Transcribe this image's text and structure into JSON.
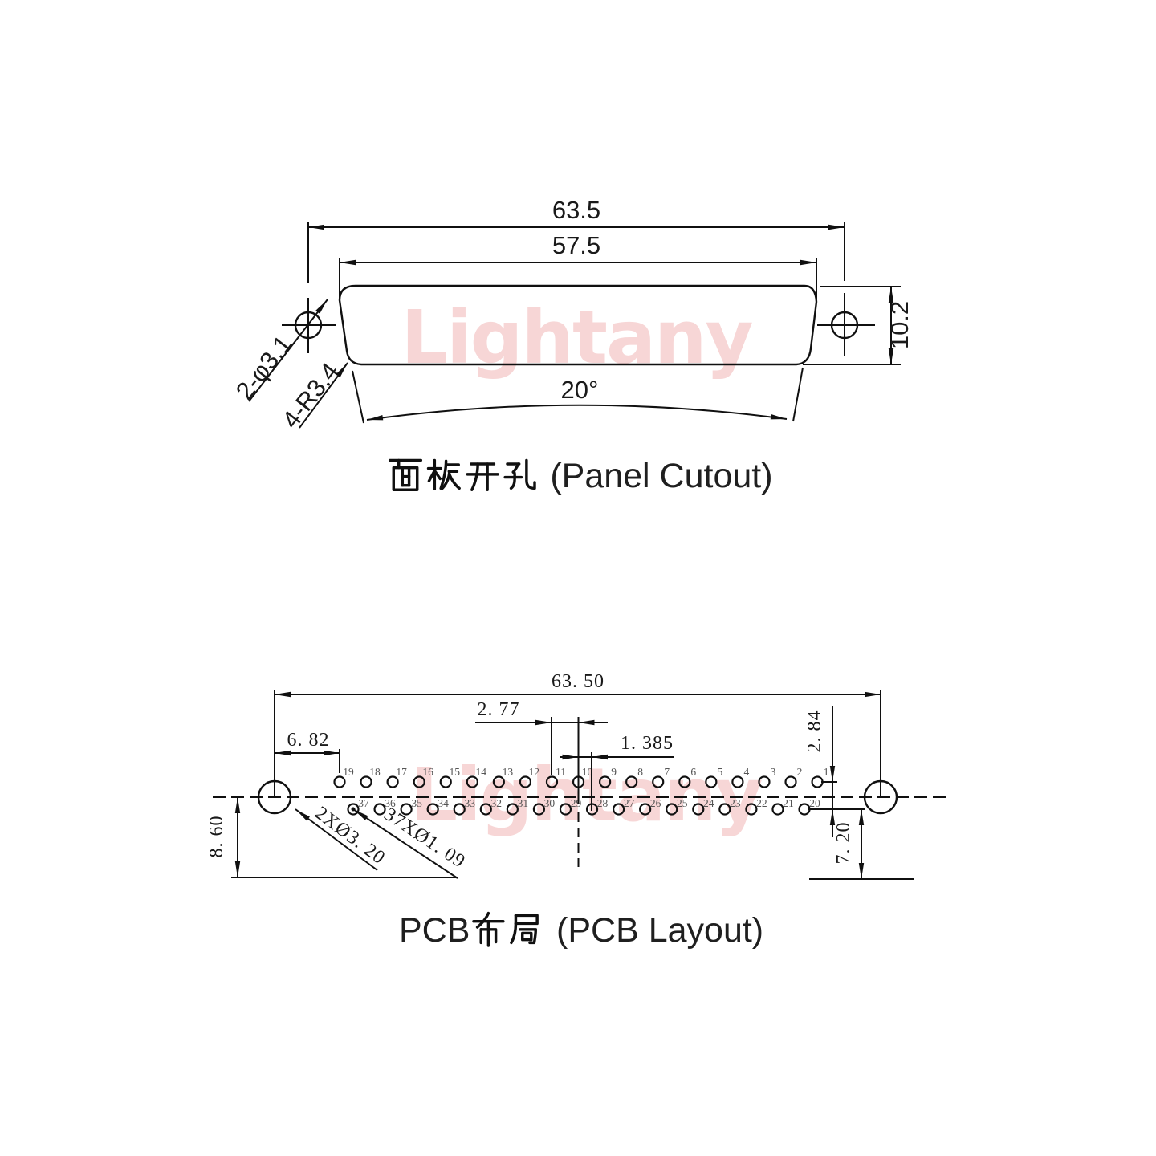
{
  "watermark": {
    "text": "Lightany",
    "color": "#f7d6d6"
  },
  "panel_cutout": {
    "title_cjk": "面板开孔",
    "title_latin": " (Panel Cutout)",
    "dims": {
      "overall_width": "63.5",
      "cutout_width": "57.5",
      "height": "10.2",
      "angle": "20°",
      "mount_hole": "2-φ3.1",
      "corner_radius": "4-R3.4"
    }
  },
  "pcb_layout": {
    "title_latin_prefix": "PCB",
    "title_cjk": "布局",
    "title_latin": " (PCB Layout)",
    "dims": {
      "overall_width": "63. 50",
      "pitch": "2. 77",
      "half_pitch": "1. 385",
      "first_pin_offset": "6. 82",
      "row_spacing": "2. 84",
      "mount_to_edge": "8. 60",
      "row_to_edge": "7. 20",
      "mount_holes": "2XØ3. 20",
      "pin_holes": "37XØ1. 09"
    },
    "top_row_numbers": [
      19,
      18,
      17,
      16,
      15,
      14,
      13,
      12,
      11,
      10,
      9,
      8,
      7,
      6,
      5,
      4,
      3,
      2,
      1
    ],
    "bottom_row_numbers": [
      37,
      36,
      35,
      34,
      33,
      32,
      31,
      30,
      29,
      28,
      27,
      26,
      25,
      24,
      23,
      22,
      21,
      20
    ]
  }
}
